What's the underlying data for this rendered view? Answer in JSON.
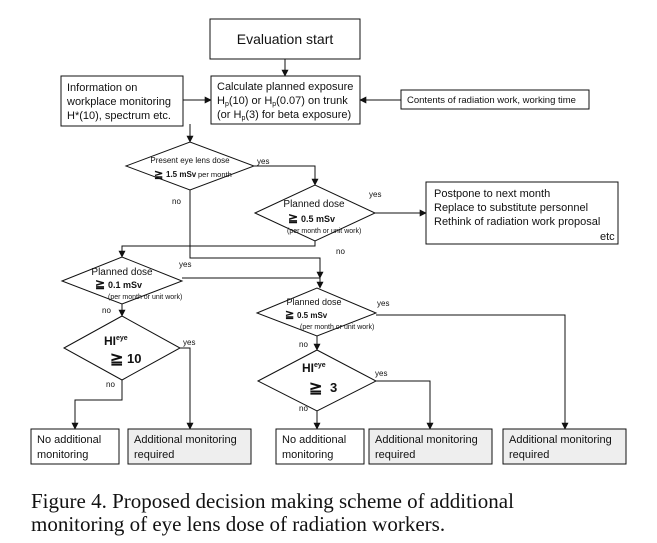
{
  "start": {
    "label": "Evaluation start"
  },
  "info_box": {
    "lines": [
      "Information on",
      "workplace monitoring",
      "H*(10), spectrum etc."
    ]
  },
  "calc_box": {
    "line1": "Calculate planned exposure",
    "line2_a": "H",
    "line2_b": "p",
    "line2_c": "(10) or H",
    "line2_d": "p",
    "line2_e": "(0.07) on trunk",
    "line3_a": "(or H",
    "line3_b": "p",
    "line3_c": "(3) for beta exposure)"
  },
  "contents_box": {
    "label": "Contents of radiation work, working time"
  },
  "decision1": {
    "line1": "Present eye lens dose",
    "symbol": "≧",
    "value": "1.5 mSv",
    "per": "per month",
    "yes": "yes",
    "no": "no"
  },
  "decision2": {
    "line1": "Planned dose",
    "symbol": "≧",
    "value": "0.5 mSv",
    "per": "(per month or unit work)",
    "yes": "yes",
    "no": "no"
  },
  "postpone_box": {
    "lines": [
      "Postpone to next month",
      "Replace to substitute personnel",
      "Rethink of radiation work proposal"
    ],
    "etc": "etc"
  },
  "decision3": {
    "line1": "Planned dose",
    "symbol": "≧",
    "value": "0.1 mSv",
    "per": "(per month or unit work)",
    "yes": "yes",
    "no": "no"
  },
  "decision4": {
    "line1": "Planned dose",
    "symbol": "≧",
    "value": "0.5 mSv",
    "per": "(per month or unit work)",
    "yes": "yes",
    "no": "no"
  },
  "decision5": {
    "label": "HI",
    "sup": "eye",
    "symbol": "≧",
    "value": "10",
    "yes": "yes",
    "no": "no"
  },
  "decision6": {
    "label": "HI",
    "sup": "eye",
    "symbol": "≧",
    "value": "3",
    "yes": "yes",
    "no": "no"
  },
  "outcomes": [
    {
      "line1": "No additional",
      "line2": "monitoring"
    },
    {
      "line1": "Additional monitoring",
      "line2": "required"
    },
    {
      "line1": "No additional",
      "line2": "monitoring"
    },
    {
      "line1": "Additional monitoring",
      "line2": "required"
    },
    {
      "line1": "Additional monitoring",
      "line2": "required"
    }
  ],
  "caption": {
    "line1": "Figure 4.  Proposed decision making scheme of additional",
    "line2": "monitoring of eye lens dose of radiation workers."
  }
}
